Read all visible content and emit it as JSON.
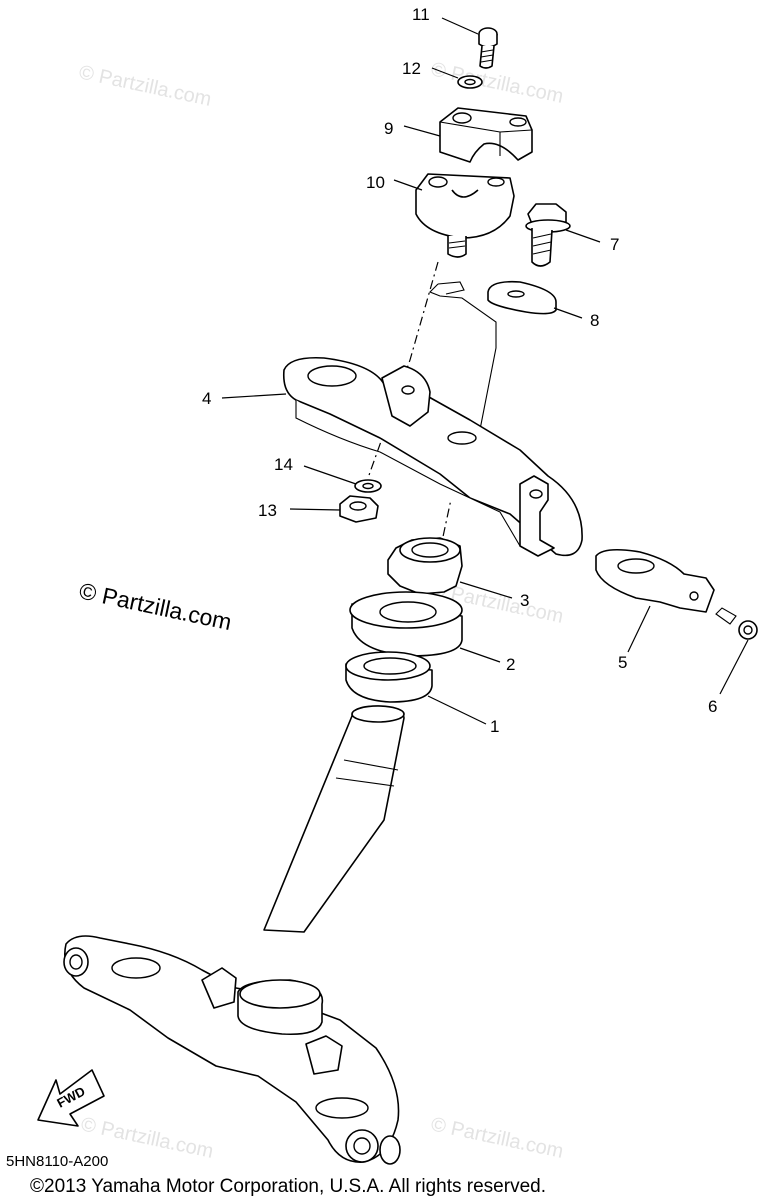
{
  "diagram": {
    "part_code": "5HN8110-A200",
    "copyright": "©2013  Yamaha Motor Corporation, U.S.A. All rights reserved.",
    "watermark": "© Partzilla.com",
    "fwd_label": "FWD",
    "callouts": [
      {
        "id": "1",
        "label": "1"
      },
      {
        "id": "2",
        "label": "2"
      },
      {
        "id": "3",
        "label": "3"
      },
      {
        "id": "4",
        "label": "4"
      },
      {
        "id": "5",
        "label": "5"
      },
      {
        "id": "6",
        "label": "6"
      },
      {
        "id": "7",
        "label": "7"
      },
      {
        "id": "8",
        "label": "8"
      },
      {
        "id": "9",
        "label": "9"
      },
      {
        "id": "10",
        "label": "10"
      },
      {
        "id": "11",
        "label": "11"
      },
      {
        "id": "12",
        "label": "12"
      },
      {
        "id": "13",
        "label": "13"
      },
      {
        "id": "14",
        "label": "14"
      }
    ]
  }
}
